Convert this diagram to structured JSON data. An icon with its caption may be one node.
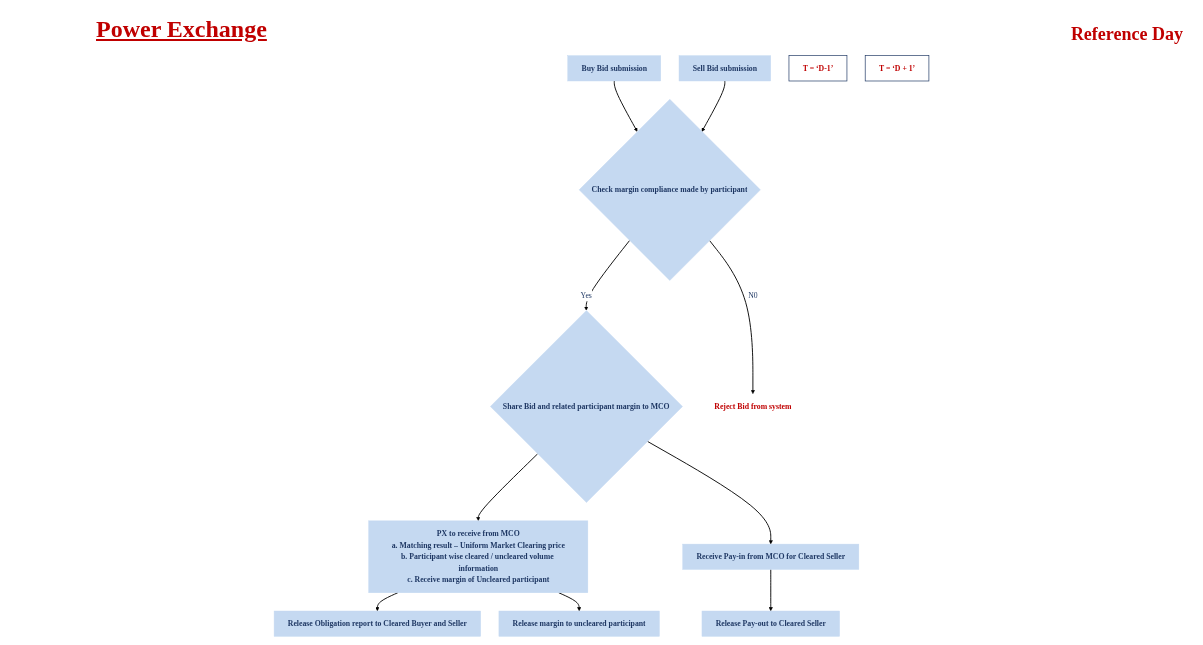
{
  "diagram": {
    "title": "Power Exchange",
    "nodes": [
      {
        "text": [
          "Buy Bid submission"
        ]
      },
      {
        "text": [
          "Sell Bid submission"
        ]
      },
      {
        "text": [
          "Check margin compliance made by participant"
        ]
      },
      {
        "text": [
          "Share Bid and related participant margin to MCO"
        ]
      },
      {
        "text": [
          "Reject Bid from system"
        ]
      },
      {
        "text": [
          "PX to receive from MCO",
          "a. Matching result – Uniform Market Clearing price",
          "b. Participant wise cleared / uncleared volume information",
          "c. Receive margin of Uncleared participant"
        ]
      },
      {
        "text": [
          "Release Obligation report to Cleared Buyer and Seller"
        ]
      },
      {
        "text": [
          "Release margin to uncleared participant"
        ]
      },
      {
        "text": [
          "Receive Pay-in from MCO for Cleared Seller"
        ]
      },
      {
        "text": [
          "Release Pay-out to Cleared Seller"
        ]
      },
      {
        "text": [
          "T = ‘D-1’"
        ]
      },
      {
        "text": [
          "T = ‘D + 1’"
        ]
      }
    ],
    "edges": [
      {
        "from": 0,
        "to": 2,
        "arrow": "to"
      },
      {
        "from": 1,
        "to": 2,
        "arrow": "to"
      },
      {
        "from": 2,
        "to": 3,
        "arrow": "to",
        "label": "Yes"
      },
      {
        "from": 2,
        "to": 4,
        "arrow": "to",
        "label": "N0"
      },
      {
        "from": 3,
        "to": 5,
        "arrow": "to"
      },
      {
        "from": 3,
        "to": 8,
        "arrow": "to"
      },
      {
        "from": 5,
        "to": 6,
        "arrow": "to"
      },
      {
        "from": 5,
        "to": 7,
        "arrow": "to"
      },
      {
        "from": 8,
        "to": 9,
        "arrow": "to"
      }
    ],
    "labels": [
      "Reference Day"
    ]
  }
}
